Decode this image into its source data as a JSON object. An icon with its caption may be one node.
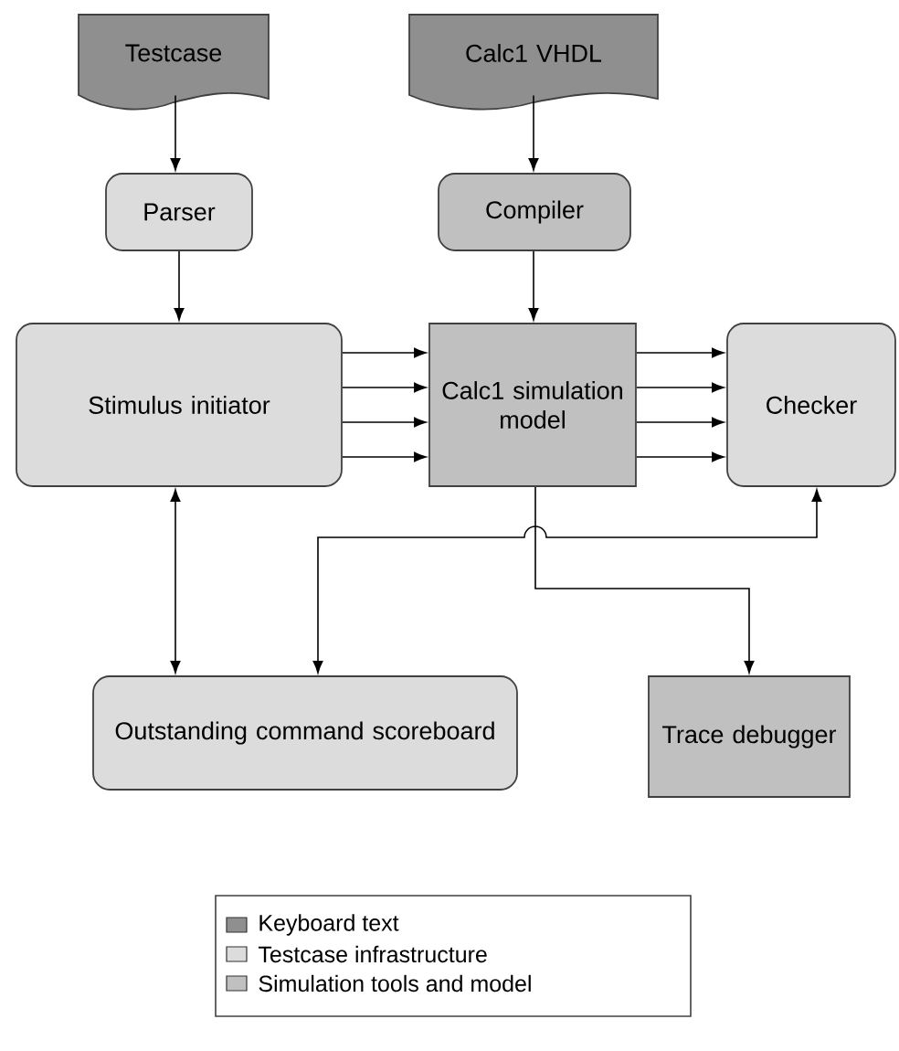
{
  "diagram": {
    "nodes": [
      {
        "text": [
          "Testcase"
        ]
      },
      {
        "text": [
          "Calc1 VHDL"
        ]
      },
      {
        "text": [
          "Parser"
        ]
      },
      {
        "text": [
          "Compiler"
        ]
      },
      {
        "text": [
          "Stimulus initiator"
        ]
      },
      {
        "text": [
          "Calc1 simulation model"
        ]
      },
      {
        "text": [
          "Checker"
        ]
      },
      {
        "text": [
          "Outstanding command scoreboard"
        ]
      },
      {
        "text": [
          "Trace debugger"
        ]
      }
    ],
    "edges": [
      {
        "from": 0,
        "to": 2,
        "arrow": "to"
      },
      {
        "from": 1,
        "to": 3,
        "arrow": "to"
      },
      {
        "from": 2,
        "to": 4,
        "arrow": "to"
      },
      {
        "from": 3,
        "to": 5,
        "arrow": "to"
      },
      {
        "from": 4,
        "to": 5,
        "arrow": "to"
      },
      {
        "from": 4,
        "to": 5,
        "arrow": "to"
      },
      {
        "from": 4,
        "to": 5,
        "arrow": "to"
      },
      {
        "from": 4,
        "to": 5,
        "arrow": "to"
      },
      {
        "from": 5,
        "to": 6,
        "arrow": "to"
      },
      {
        "from": 5,
        "to": 6,
        "arrow": "to"
      },
      {
        "from": 5,
        "to": 6,
        "arrow": "to"
      },
      {
        "from": 5,
        "to": 6,
        "arrow": "to"
      },
      {
        "from": 4,
        "to": 7,
        "arrow": "both"
      },
      {
        "from": 5,
        "to": 8,
        "arrow": "to"
      },
      {
        "from": 7,
        "to": 6,
        "arrow": "both"
      }
    ],
    "legend": [
      {
        "text": "Keyboard text",
        "color": "#8f8f8f"
      },
      {
        "text": "Testcase infrastructure",
        "color": "#dcdcdc"
      },
      {
        "text": "Simulation tools and model",
        "color": "#c0c0c0"
      }
    ]
  }
}
